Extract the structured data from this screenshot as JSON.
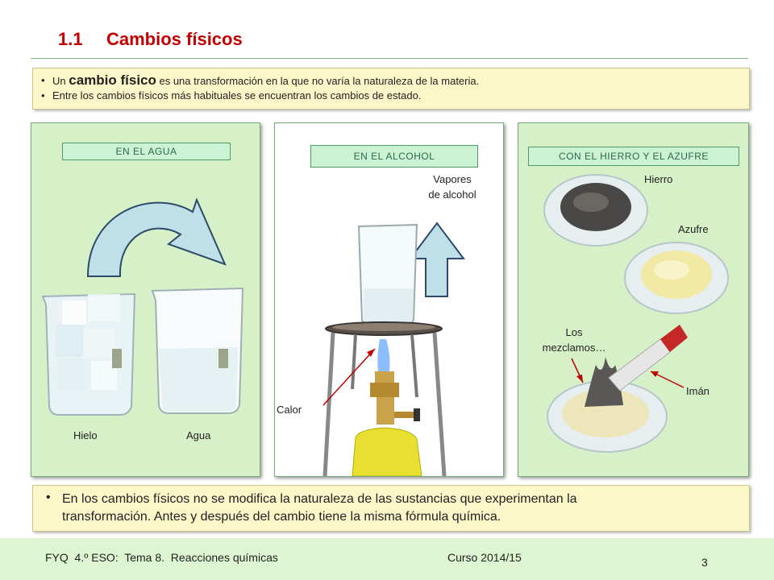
{
  "slide": {
    "number": "1.1",
    "title": "Cambios físicos"
  },
  "intro": {
    "bullet1_pre": "Un ",
    "bullet1_keyword": "cambio físico",
    "bullet1_post": " es una transformación en la que no varía la naturaleza de la materia.",
    "bullet2": "Entre los cambios físicos más habituales se encuentran los cambios de estado."
  },
  "panels": {
    "water": {
      "tag": "EN EL AGUA",
      "label_ice": "Hielo",
      "label_water": "Agua"
    },
    "alcohol": {
      "tag": "EN EL ALCOHOL",
      "label_vapor_1": "Vapores",
      "label_vapor_2": "de alcohol",
      "label_heat": "Calor"
    },
    "iron_sulfur": {
      "tag": "CON EL HIERRO Y EL AZUFRE",
      "label_iron": "Hierro",
      "label_sulfur": "Azufre",
      "label_mix_1": "Los",
      "label_mix_2": "mezclamos…",
      "label_magnet": "Imán"
    }
  },
  "outro": {
    "line1": "En los cambios físicos no se modifica la naturaleza de las sustancias que experimentan la",
    "line2": "transformación.  Antes y después del cambio tiene la misma fórmula química."
  },
  "footer": {
    "course": "FYQ  4.º ESO:  Tema 8.  Reacciones químicas",
    "year": "Curso 2014/15",
    "page": "3"
  },
  "colors": {
    "title": "#c00000",
    "panel_green": "#d6f0c8",
    "note_yellow": "#fcf7c9",
    "arrow_fill": "#bfe0e8",
    "red_pointer": "#c00000"
  }
}
